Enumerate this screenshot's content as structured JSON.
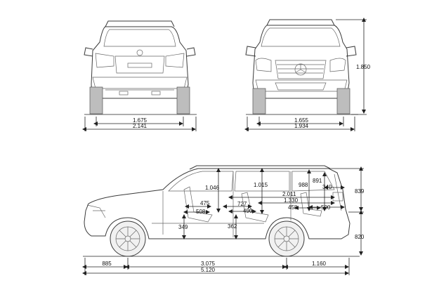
{
  "rear_view": {
    "track_width": "1.675",
    "overall_width": "2.141"
  },
  "front_view": {
    "track_width": "1.655",
    "overall_width": "1.934",
    "height": "1.850"
  },
  "side_view": {
    "headroom_front": "1.046",
    "headroom_second": "1.015",
    "headroom_third": "988",
    "headroom_cargo": "891",
    "interior_length_1": "2.011",
    "interior_length_2": "1.330",
    "legroom_front": "475",
    "seat_depth_front": "508",
    "legroom_second": "727",
    "seat_depth_second": "490",
    "third_row_340": "340",
    "third_row_458": "458",
    "cargo_500": "500",
    "seat_height_front": "349",
    "seat_height_second": "362",
    "upper_height": "839",
    "lower_height": "820",
    "front_overhang": "885",
    "wheelbase": "3.075",
    "rear_overhang": "1.160",
    "overall_length": "5.120"
  }
}
